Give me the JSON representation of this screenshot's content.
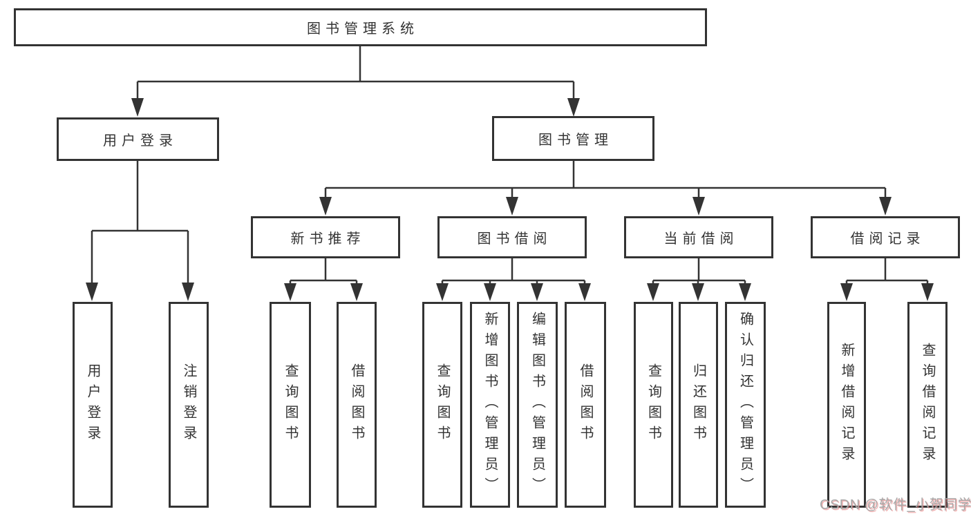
{
  "diagram": {
    "root": {
      "label": "图书管理系统"
    },
    "level2": [
      {
        "id": "user_login",
        "label": "用户登录"
      },
      {
        "id": "book_management",
        "label": "图书管理"
      }
    ],
    "level3": [
      {
        "id": "new_book_recommend",
        "label": "新书推荐"
      },
      {
        "id": "book_borrow",
        "label": "图书借阅"
      },
      {
        "id": "current_borrow",
        "label": "当前借阅"
      },
      {
        "id": "borrow_records",
        "label": "借阅记录"
      }
    ],
    "leaves": {
      "user_login": [
        "用户登录",
        "注销登录"
      ],
      "new_book_recommend": [
        "查询图书",
        "借阅图书"
      ],
      "book_borrow": [
        "查询图书",
        "新增图书（管理员）",
        "编辑图书（管理员）",
        "借阅图书"
      ],
      "current_borrow": [
        "查询图书",
        "归还图书",
        "确认归还（管理员）"
      ],
      "borrow_records": [
        "新增借阅记录",
        "查询借阅记录"
      ]
    }
  },
  "watermark": {
    "text": "CSDN @软件_小贺同学"
  },
  "colors": {
    "line": "#333333",
    "box_border": "#333333",
    "text": "#333333",
    "background": "#ffffff",
    "watermark_text": "#a8a8a8",
    "watermark_accent": "#e57373"
  }
}
